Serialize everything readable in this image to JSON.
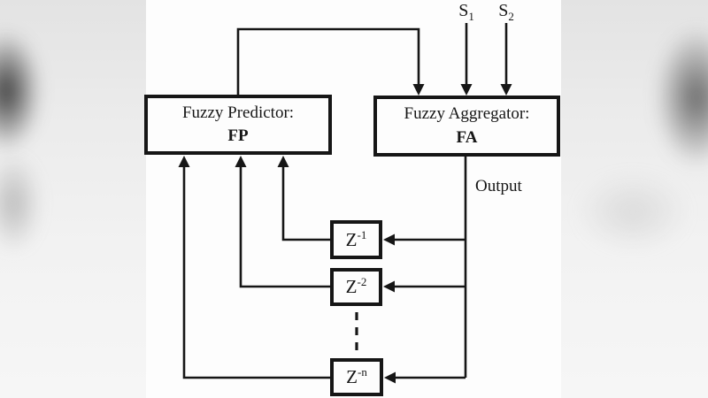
{
  "diagram": {
    "blocks": {
      "fp": {
        "title": "Fuzzy Predictor:",
        "abbr": "FP"
      },
      "fa": {
        "title": "Fuzzy Aggregator:",
        "abbr": "FA"
      },
      "delays": [
        {
          "base": "Z",
          "sup": "-1"
        },
        {
          "base": "Z",
          "sup": "-2"
        },
        {
          "base": "Z",
          "sup": "-n"
        }
      ]
    },
    "inputs": [
      {
        "base": "S",
        "sub": "1"
      },
      {
        "base": "S",
        "sub": "2"
      }
    ],
    "labels": {
      "output": "Output"
    },
    "colors": {
      "line": "#161616",
      "canvas": "#fdfdfd",
      "backdrop": "#ebebeb"
    }
  }
}
